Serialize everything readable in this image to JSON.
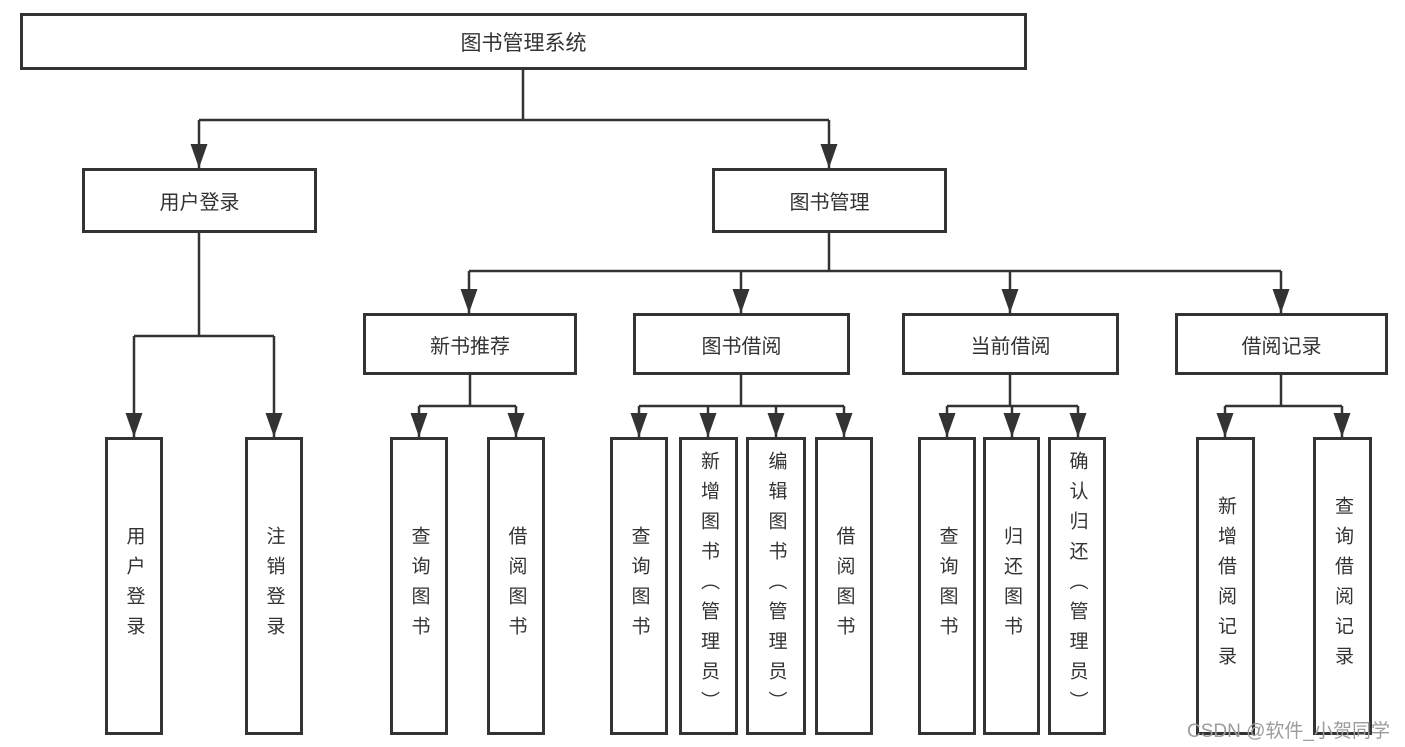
{
  "diagram": {
    "root": {
      "label": "图书管理系统"
    },
    "level2": [
      {
        "label": "用户登录"
      },
      {
        "label": "图书管理"
      }
    ],
    "level3": [
      {
        "label": "新书推荐",
        "parent": "图书管理"
      },
      {
        "label": "图书借阅",
        "parent": "图书管理"
      },
      {
        "label": "当前借阅",
        "parent": "图书管理"
      },
      {
        "label": "借阅记录",
        "parent": "图书管理"
      }
    ],
    "leaves": [
      {
        "label": "用户登录",
        "parent": "用户登录"
      },
      {
        "label": "注销登录",
        "parent": "用户登录"
      },
      {
        "label": "查询图书",
        "parent": "新书推荐"
      },
      {
        "label": "借阅图书",
        "parent": "新书推荐"
      },
      {
        "label": "查询图书",
        "parent": "图书借阅"
      },
      {
        "label": "新增图书（管理员）",
        "parent": "图书借阅"
      },
      {
        "label": "编辑图书（管理员）",
        "parent": "图书借阅"
      },
      {
        "label": "借阅图书",
        "parent": "图书借阅"
      },
      {
        "label": "查询图书",
        "parent": "当前借阅"
      },
      {
        "label": "归还图书",
        "parent": "当前借阅"
      },
      {
        "label": "确认归还（管理员）",
        "parent": "当前借阅"
      },
      {
        "label": "新增借阅记录",
        "parent": "借阅记录"
      },
      {
        "label": "查询借阅记录",
        "parent": "借阅记录"
      }
    ]
  },
  "watermark": "CSDN @软件_小贺同学",
  "colors": {
    "line": "#333333",
    "border": "#333333",
    "text": "#333333",
    "background": "#ffffff",
    "watermark": "#9c9c9c"
  }
}
